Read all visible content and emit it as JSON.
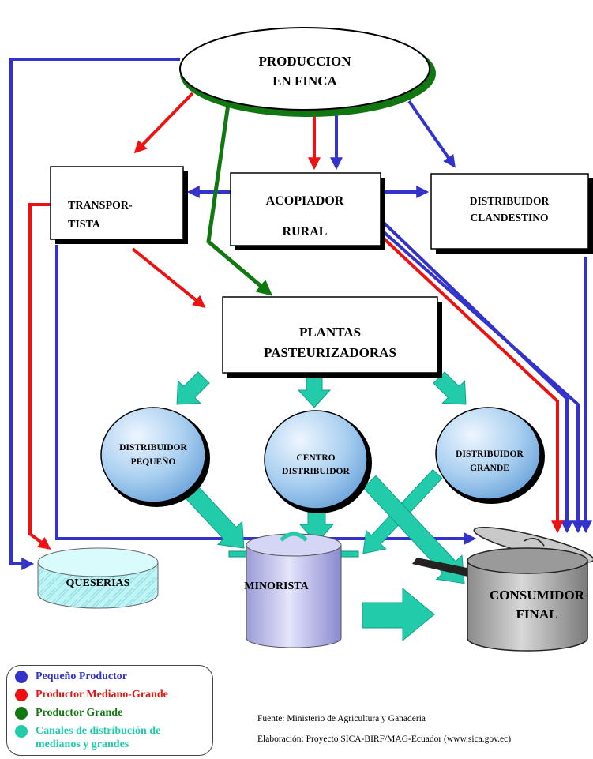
{
  "nodes": {
    "produccion": {
      "line1": "PRODUCCION",
      "line2": "EN FINCA"
    },
    "transportista": {
      "line1": "TRANSPOR-",
      "line2": "TISTA"
    },
    "acopiador": {
      "line1": "ACOPIADOR",
      "line2": "RURAL"
    },
    "clandestino": {
      "line1": "DISTRIBUIDOR",
      "line2": "CLANDESTINO"
    },
    "plantas": {
      "line1": "PLANTAS",
      "line2": "PASTEURIZADORAS"
    },
    "dist_pequeno": {
      "line1": "DISTRIBUIDOR",
      "line2": "PEQUEÑO"
    },
    "centro": {
      "line1": "CENTRO",
      "line2": "DISTRIBUIDOR"
    },
    "dist_grande": {
      "line1": "DISTRIBUIDOR",
      "line2": "GRANDE"
    },
    "queserias": {
      "label": "QUESERIAS"
    },
    "minorista": {
      "label": "MINORISTA"
    },
    "consumidor": {
      "line1": "CONSUMIDOR",
      "line2": "FINAL"
    }
  },
  "legend": [
    {
      "label": "Pequeño Productor",
      "color": "#3333cc"
    },
    {
      "label": "Productor Mediano-Grande",
      "color": "#ee1111"
    },
    {
      "label": "Productor Grande",
      "color": "#117711"
    },
    {
      "label": "Canales de distribución de medianos y grandes",
      "color": "#22ccaa"
    }
  ],
  "source": {
    "fuente": "Fuente: Ministerio de Agricultura y Ganaderia",
    "elaboracion": "Elaboración: Proyecto SICA-BIRF/MAG-Ecuador (www.sica.gov.ec)"
  },
  "colors": {
    "blue": "#3333cc",
    "red": "#ee1111",
    "green": "#117711",
    "teal": "#22ccaa"
  }
}
